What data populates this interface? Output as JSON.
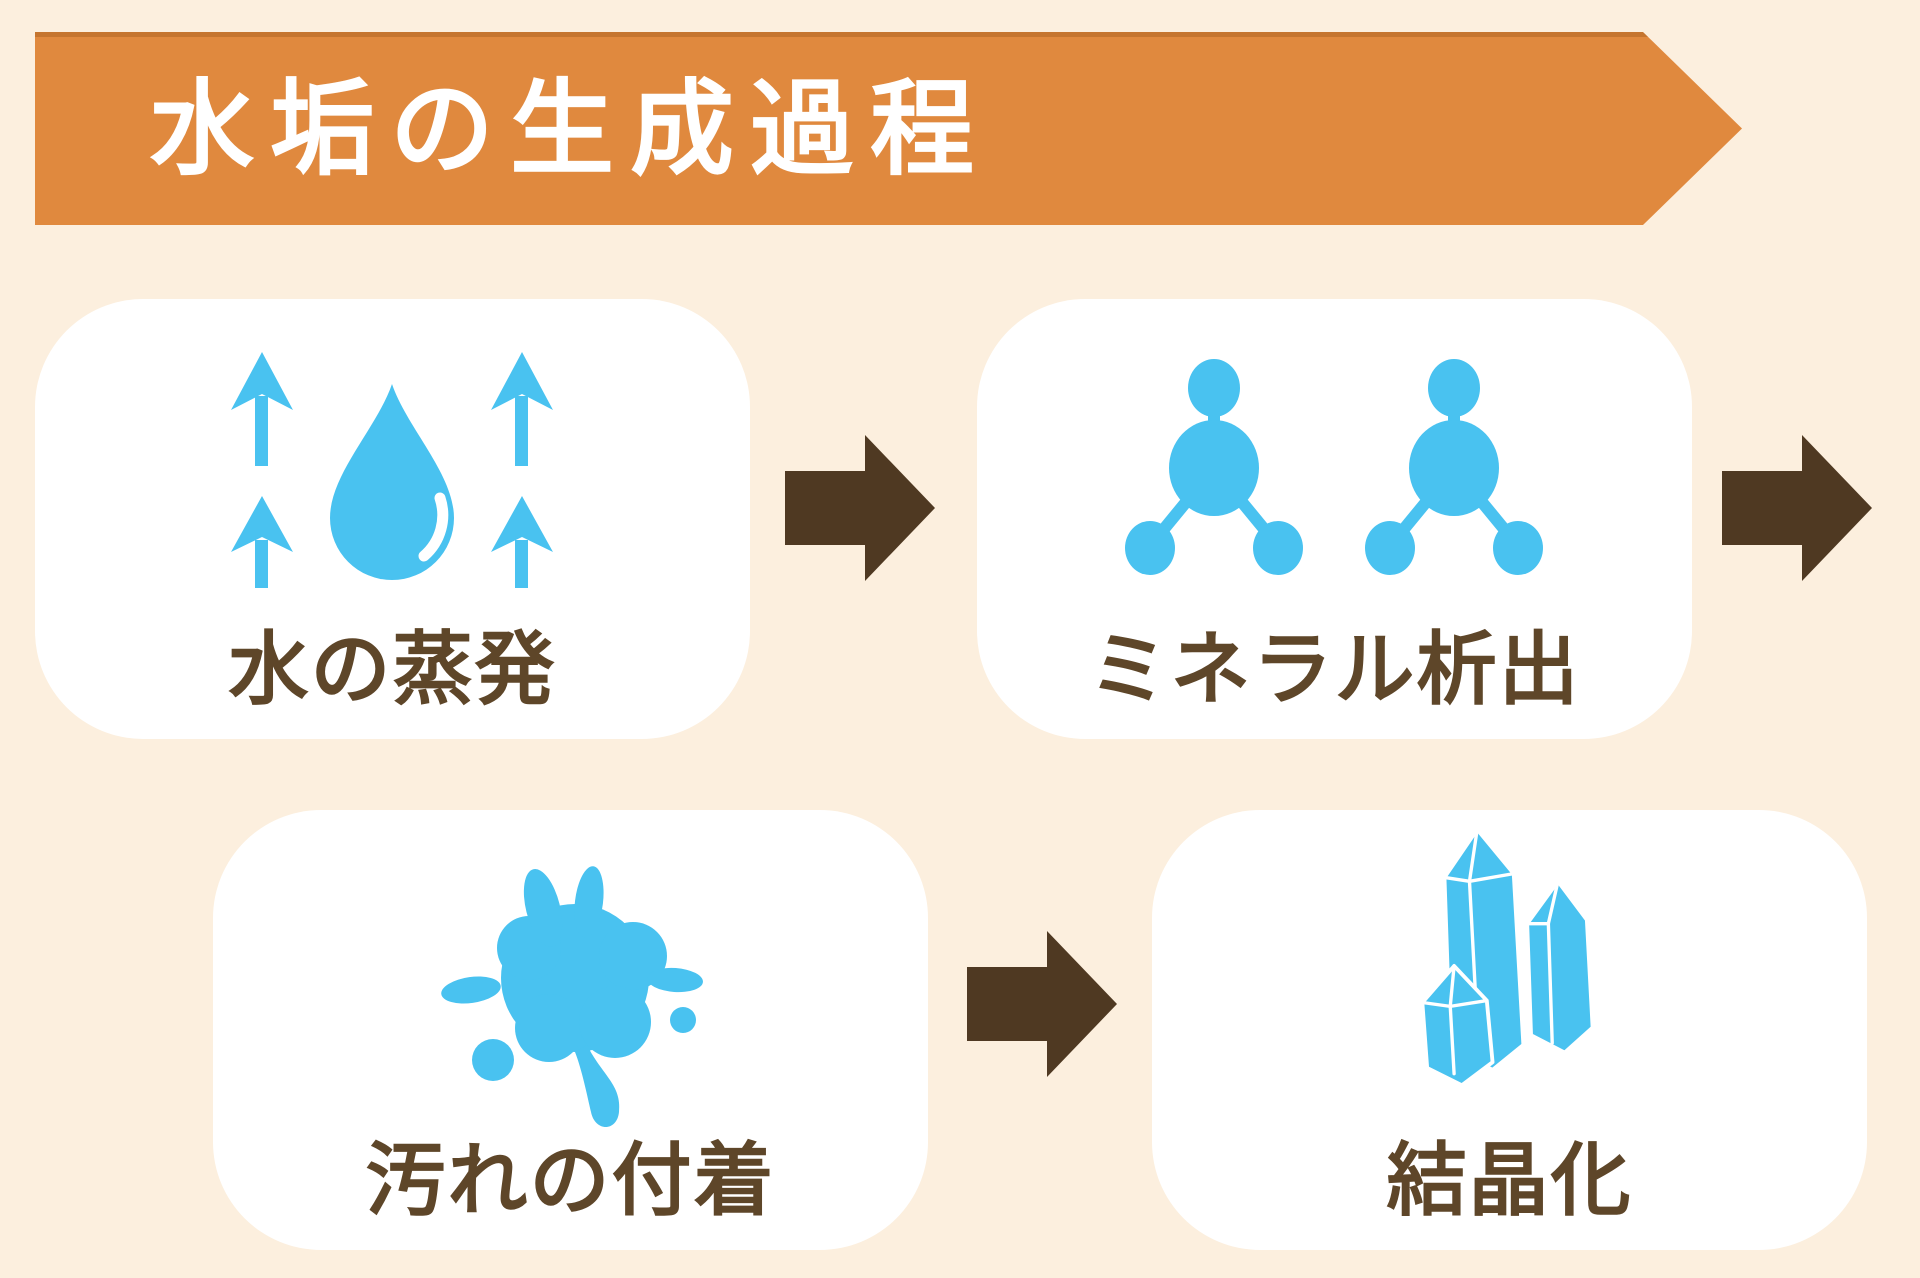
{
  "title": "水垢の生成過程",
  "steps": [
    {
      "id": "evaporation",
      "label": "水の蒸発",
      "icon": "water-drop-evaporation-icon"
    },
    {
      "id": "mineral-precipitation",
      "label": "ミネラル析出",
      "icon": "mineral-molecules-icon"
    },
    {
      "id": "dirt-adhesion",
      "label": "汚れの付着",
      "icon": "stain-splatter-icon"
    },
    {
      "id": "crystallization",
      "label": "結晶化",
      "icon": "crystal-cluster-icon"
    }
  ],
  "flow": {
    "direction": "left-to-right",
    "arrow_icon": "arrow-right-icon",
    "arrow_count": 3
  },
  "colors": {
    "background": "#FCEFDE",
    "banner_orange": "#E0893E",
    "card_white": "#FFFFFF",
    "icon_blue": "#49C2F0",
    "arrow_brown": "#4F3922",
    "label_brown": "#5E4629",
    "title_white": "#FFFFFF"
  }
}
